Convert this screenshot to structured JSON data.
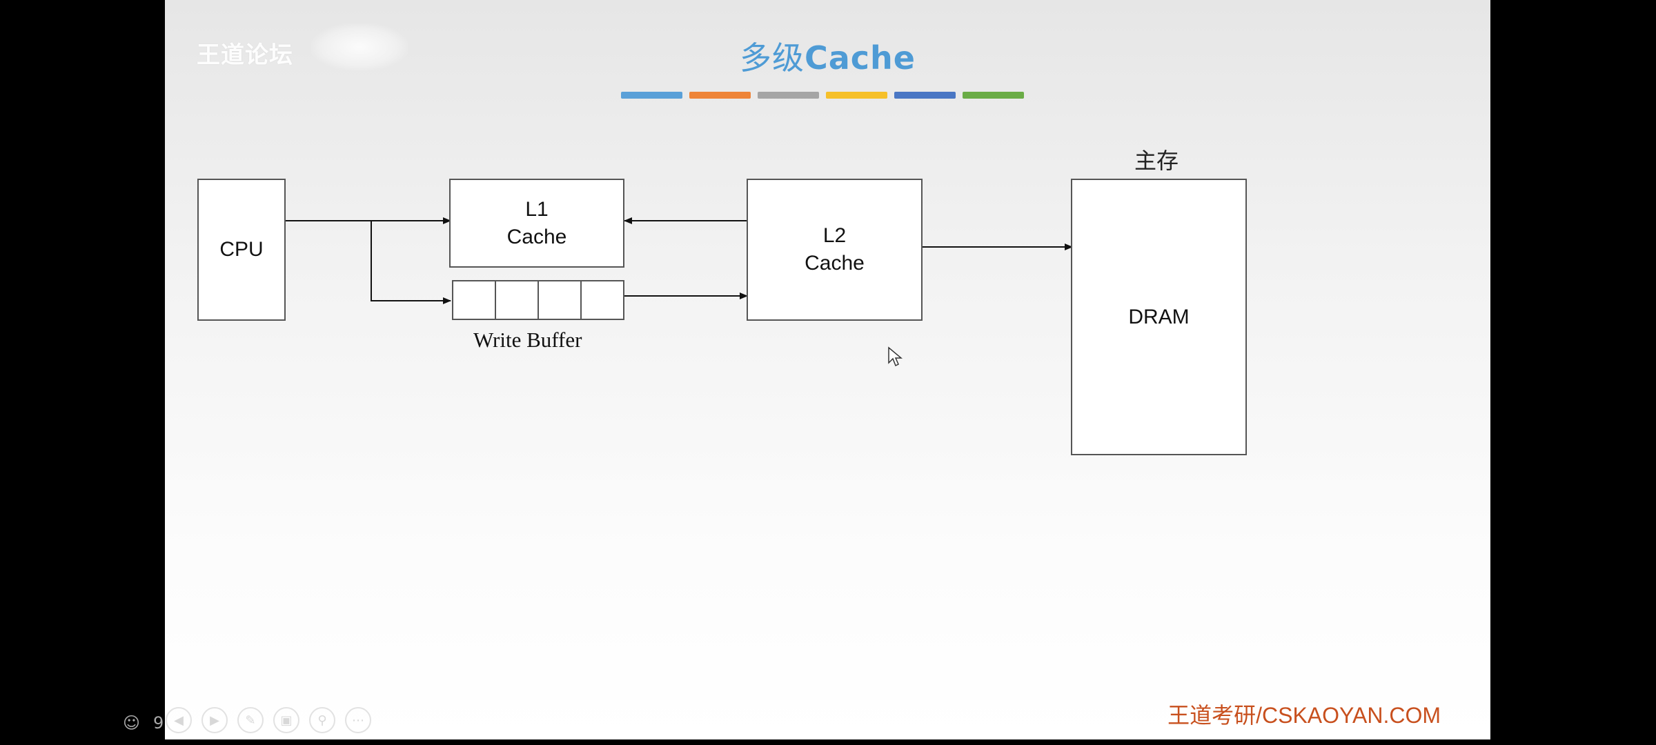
{
  "slide": {
    "watermark": "王道论坛",
    "title_cjk": "多级",
    "title_latin": "Cache",
    "color_bars": [
      "#5aa0d8",
      "#ee8438",
      "#a5a5a5",
      "#f6c02a",
      "#4a77c4",
      "#6aac46"
    ],
    "cpu_label": "CPU",
    "l1_line1": "L1",
    "l1_line2": "Cache",
    "write_buffer_caption": "Write Buffer",
    "l2_line1": "L2",
    "l2_line2": "Cache",
    "memory_heading": "主存",
    "dram_label": "DRAM",
    "footer": "王道考研/CSKAOYAN.COM"
  },
  "viewer": {
    "page_number": "9",
    "tools": [
      "prev-icon",
      "next-icon",
      "pen-icon",
      "slides-icon",
      "zoom-icon",
      "more-icon"
    ]
  }
}
